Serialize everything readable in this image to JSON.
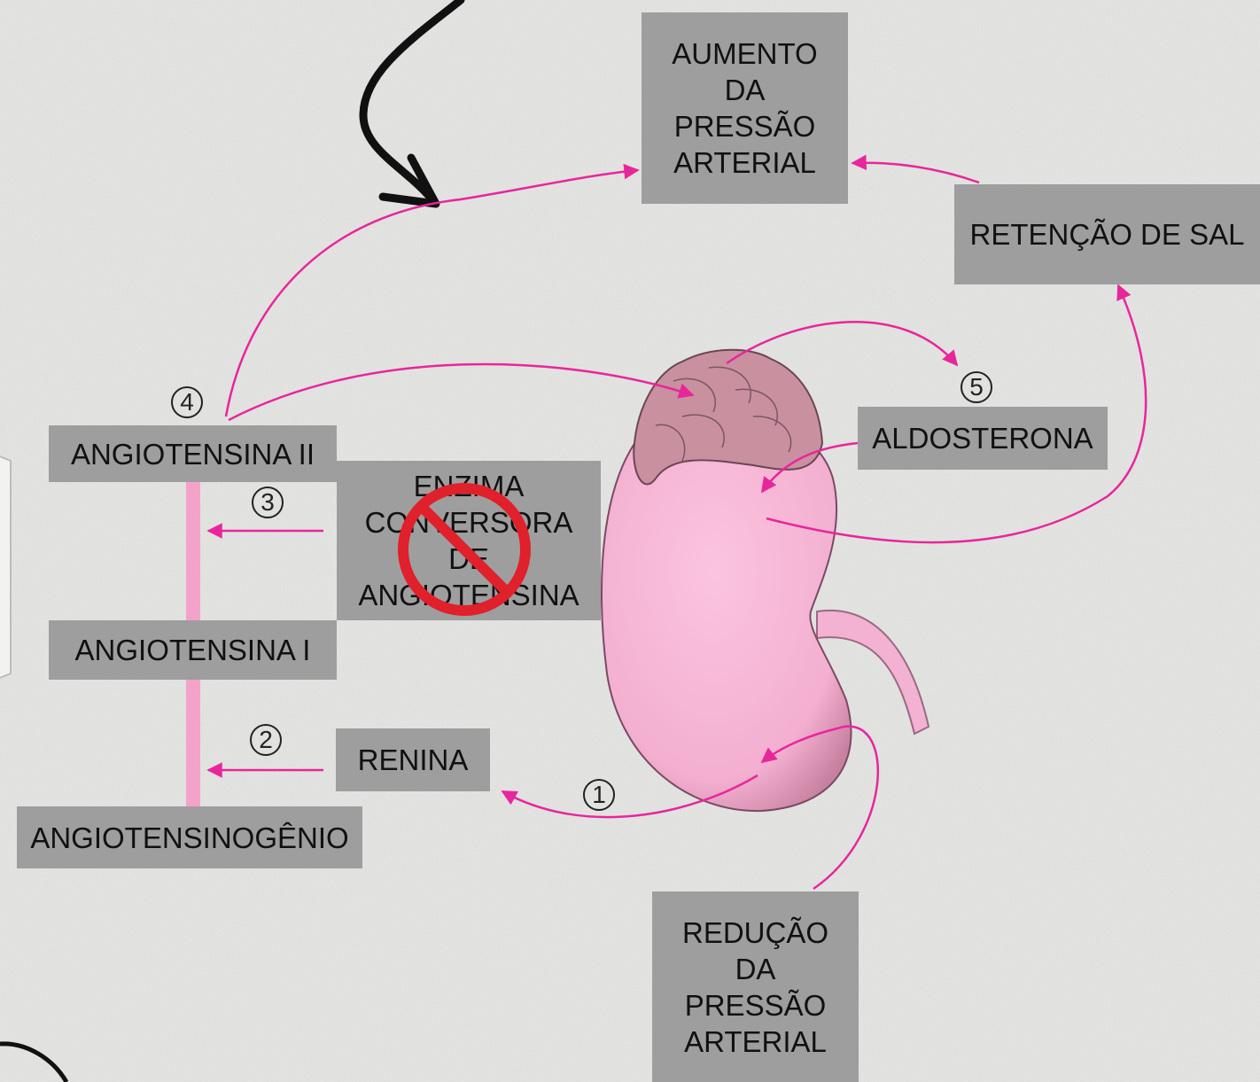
{
  "colors": {
    "background": "#e6e6e4",
    "box": "#9e9e9e",
    "arrow": "#e8269b",
    "pathway_bar": "#f3a3c9",
    "kidney": "#f7b6d6",
    "adrenal": "#c9909f",
    "prohibition": "#e0202a"
  },
  "boxes": {
    "aumento": "AUMENTO\nDA\nPRESSÃO\nARTERIAL",
    "retencao": "RETENÇÃO DE SAL",
    "aldosterona": "ALDOSTERONA",
    "angiotensina_ii": "ANGIOTENSINA II",
    "enzima": "ENZIMA\nCONVERSORA\nDE\nANGIOTENSINA",
    "angiotensina_i": "ANGIOTENSINA I",
    "renina": "RENINA",
    "angiotensinogenio": "ANGIOTENSINOGÊNIO",
    "reducao": "REDUÇÃO\nDA\nPRESSÃO\nARTERIAL"
  },
  "steps": [
    "1",
    "2",
    "3",
    "4",
    "5"
  ],
  "icons": {
    "prohibition": "prohibition-icon",
    "kidney": "kidney-illustration",
    "adrenal": "adrenal-gland-illustration",
    "curved_arrow": "hand-drawn-arrow"
  }
}
